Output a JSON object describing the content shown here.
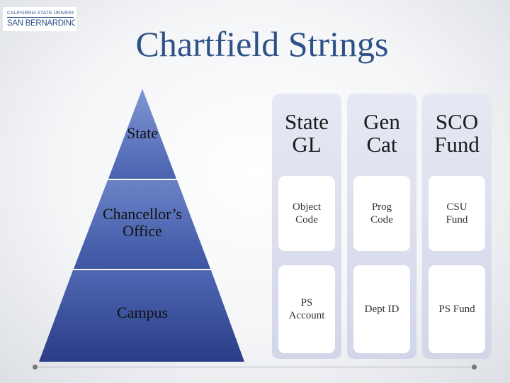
{
  "logo": {
    "line1": "CALIFORNIA STATE UNIVERSITY",
    "line2": "SAN BERNARDINO"
  },
  "title": "Chartfield Strings",
  "pyramid": {
    "levels": [
      {
        "label": "State"
      },
      {
        "label": "Chancellor’s Office"
      },
      {
        "label": "Campus"
      }
    ]
  },
  "columns": [
    {
      "header": "State GL",
      "row1": "Object Code",
      "row2": "PS Account"
    },
    {
      "header": "Gen Cat",
      "row1": "Prog Code",
      "row2": "Dept ID"
    },
    {
      "header": "SCO Fund",
      "row1": "CSU Fund",
      "row2": "PS Fund"
    }
  ],
  "colors": {
    "title": "#2e5288",
    "pyramid_dark": "#2a3d85",
    "pyramid_light": "#7f97d3",
    "panel": "#dcdfee",
    "cell": "#ffffff"
  }
}
